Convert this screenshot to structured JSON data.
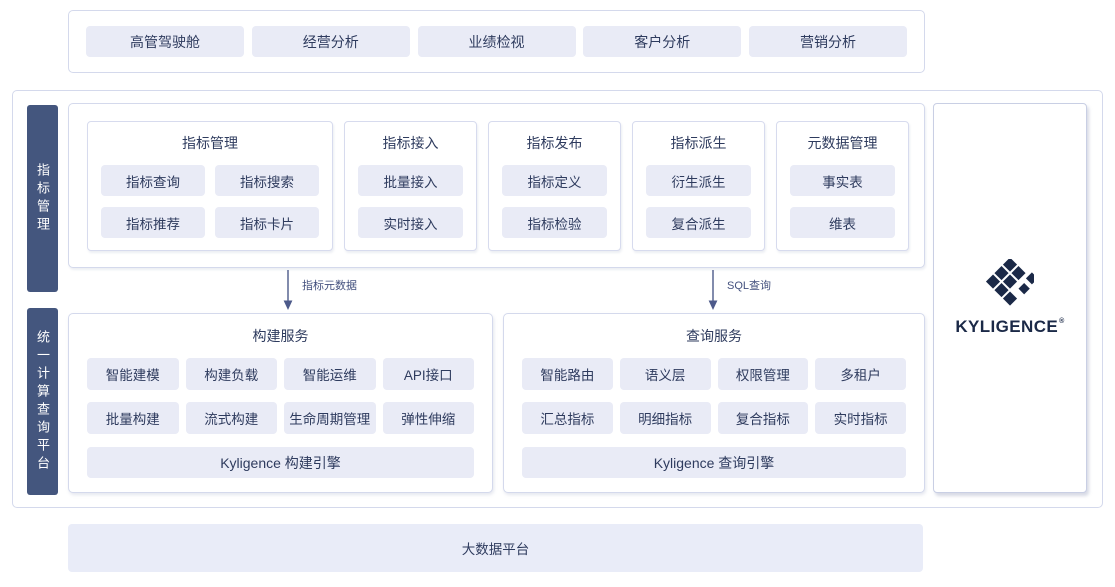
{
  "top_apps": {
    "items": [
      "高管驾驶舱",
      "经营分析",
      "业绩检视",
      "客户分析",
      "营销分析"
    ]
  },
  "side": {
    "metric_management": "指标管理",
    "unified_platform": "统一计算查询平台"
  },
  "metric_layer": {
    "groups": [
      {
        "title": "指标管理",
        "items": [
          "指标查询",
          "指标搜索",
          "指标推荐",
          "指标卡片"
        ]
      },
      {
        "title": "指标接入",
        "items": [
          "批量接入",
          "实时接入"
        ]
      },
      {
        "title": "指标发布",
        "items": [
          "指标定义",
          "指标检验"
        ]
      },
      {
        "title": "指标派生",
        "items": [
          "衍生派生",
          "复合派生"
        ]
      },
      {
        "title": "元数据管理",
        "items": [
          "事实表",
          "维表"
        ]
      }
    ]
  },
  "flows": {
    "left": "指标元数据",
    "right": "SQL查询"
  },
  "services": [
    {
      "title": "构建服务",
      "items": [
        "智能建模",
        "构建负载",
        "智能运维",
        "API接口",
        "批量构建",
        "流式构建",
        "生命周期管理",
        "弹性伸缩"
      ],
      "engine": "Kyligence 构建引擎"
    },
    {
      "title": "查询服务",
      "items": [
        "智能路由",
        "语义层",
        "权限管理",
        "多租户",
        "汇总指标",
        "明细指标",
        "复合指标",
        "实时指标"
      ],
      "engine": "Kyligence 查询引擎"
    }
  ],
  "brand": {
    "wordmark": "KYLIGENCE",
    "registered": "®"
  },
  "bottom": {
    "label": "大数据平台"
  },
  "colors": {
    "navy_bar": "#44567e",
    "chip_bg": "#e9ebf6",
    "text": "#2e3b5e",
    "border": "#d4d9ec",
    "logo_navy": "#1b2947",
    "arrow": "#4d5a8a"
  }
}
